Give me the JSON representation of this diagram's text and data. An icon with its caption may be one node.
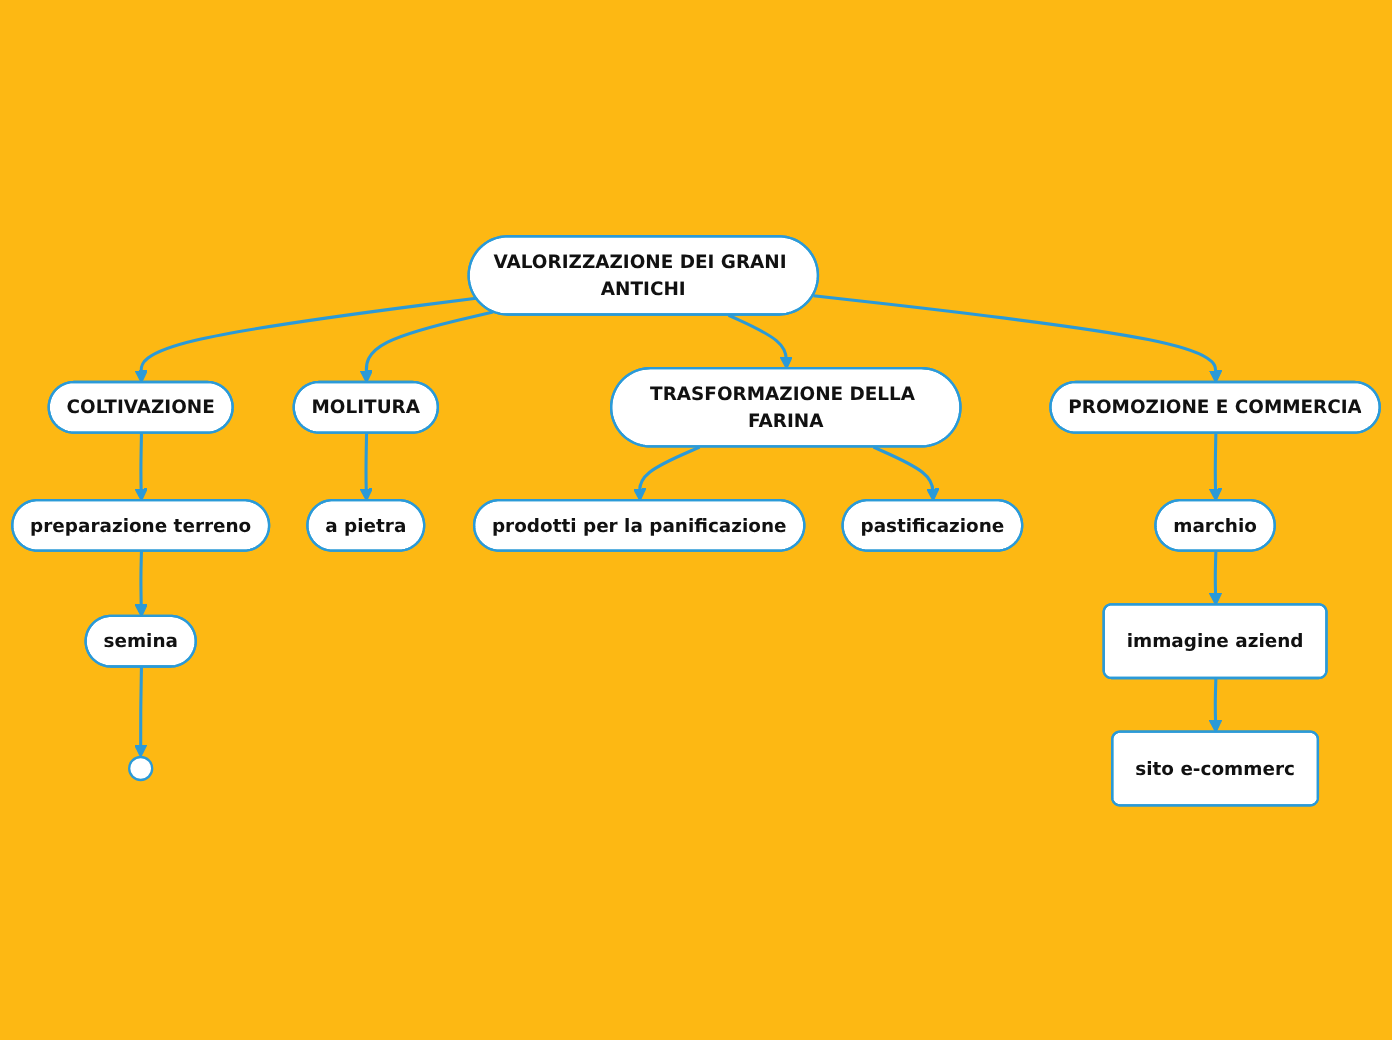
{
  "diagram": {
    "nodes": [
      {
        "text": [
          "VALORIZZAZIONE DEI GRANI ANTICHI"
        ]
      },
      {
        "text": [
          "COLTIVAZIONE"
        ]
      },
      {
        "text": [
          "preparazione terreno"
        ]
      },
      {
        "text": [
          "semina"
        ]
      },
      {
        "text": [],
        "shape": "circle"
      },
      {
        "text": [
          "MOLITURA"
        ]
      },
      {
        "text": [
          "a pietra"
        ]
      },
      {
        "text": [
          "TRASFORMAZIONE DELLA FARINA"
        ]
      },
      {
        "text": [
          "prodotti per la panificazione"
        ]
      },
      {
        "text": [
          "pastificazione"
        ]
      },
      {
        "text": [
          "PROMOZIONE E COMMERCIA"
        ]
      },
      {
        "text": [
          "marchio"
        ]
      },
      {
        "text": [
          "immagine aziend"
        ]
      },
      {
        "text": [
          "sito e-commerc"
        ]
      }
    ],
    "edges": [
      {
        "from": 0,
        "to": 1,
        "arrow": "to"
      },
      {
        "from": 1,
        "to": 2,
        "arrow": "to"
      },
      {
        "from": 2,
        "to": 3,
        "arrow": "to"
      },
      {
        "from": 3,
        "to": 4,
        "arrow": "to"
      },
      {
        "from": 0,
        "to": 5,
        "arrow": "to"
      },
      {
        "from": 5,
        "to": 6,
        "arrow": "to"
      },
      {
        "from": 0,
        "to": 7,
        "arrow": "to"
      },
      {
        "from": 7,
        "to": 8,
        "arrow": "to"
      },
      {
        "from": 7,
        "to": 9,
        "arrow": "to"
      },
      {
        "from": 0,
        "to": 10,
        "arrow": "to"
      },
      {
        "from": 10,
        "to": 11,
        "arrow": "to"
      },
      {
        "from": 11,
        "to": 12,
        "arrow": "to"
      },
      {
        "from": 12,
        "to": 13,
        "arrow": "to"
      }
    ]
  }
}
